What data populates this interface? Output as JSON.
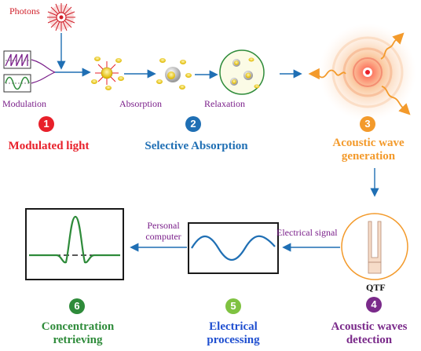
{
  "labels": {
    "photons": "Photons",
    "modulation": "Modulation",
    "absorption": "Absorption",
    "relaxation": "Relaxation",
    "personal_computer": "Personal\ncomputer",
    "electrical_signal": "Electrical signal",
    "qtf": "QTF"
  },
  "steps": [
    {
      "number": "1",
      "title": "Modulated light",
      "color": "#e8202a"
    },
    {
      "number": "2",
      "title": "Selective Absorption",
      "color": "#1f6fb4"
    },
    {
      "number": "3",
      "title": "Acoustic wave\ngeneration",
      "color": "#f39a2b"
    },
    {
      "number": "4",
      "title": "Acoustic waves\ndetection",
      "color": "#7a2a8a"
    },
    {
      "number": "5",
      "title": "Electrical\nprocessing",
      "color": "#1f4fd0"
    },
    {
      "number": "6",
      "title": "Concentration\nretrieving",
      "color": "#2e8b3a"
    }
  ],
  "colors": {
    "arrow": "#1f6fb4",
    "label_purple": "#7a1f8a",
    "photons_red": "#d0202a",
    "badge_5": "#7fc241",
    "badge_6": "#2e8b3a"
  }
}
